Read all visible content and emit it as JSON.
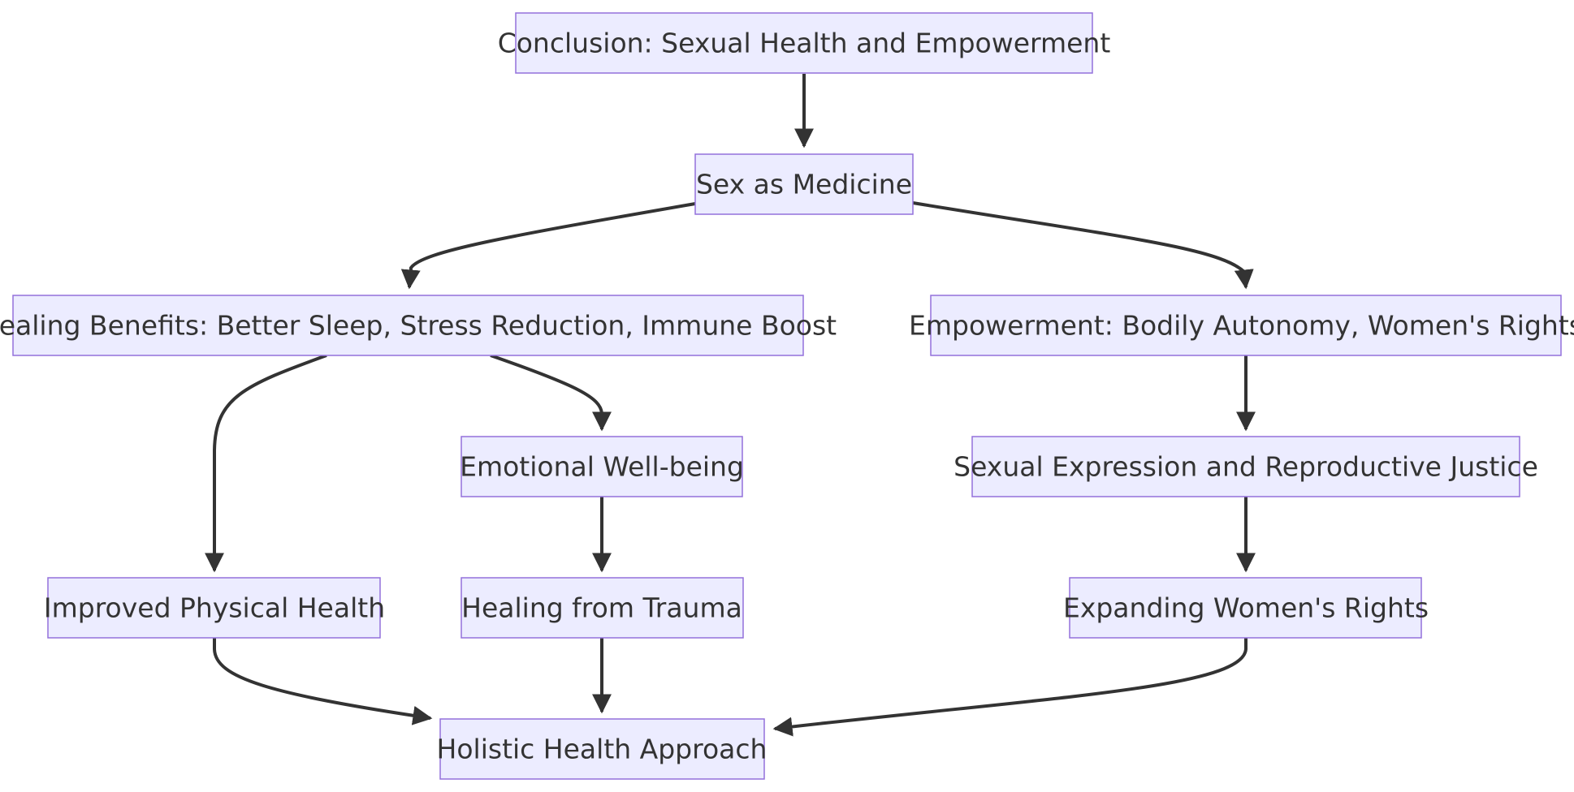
{
  "diagram": {
    "nodes": {
      "conclusion": "Conclusion: Sexual Health and Empowerment",
      "sex_medicine": "Sex as Medicine",
      "healing_benefits": "Healing Benefits: Better Sleep, Stress Reduction, Immune Boost",
      "empowerment": "Empowerment: Bodily Autonomy, Women's Rights",
      "emotional": "Emotional Well-being",
      "sexual_expression": "Sexual Expression and Reproductive Justice",
      "physical": "Improved Physical Health",
      "trauma": "Healing from Trauma",
      "womens_rights": "Expanding Women's Rights",
      "holistic": "Holistic Health Approach"
    },
    "edges": [
      {
        "from": "conclusion",
        "to": "sex_medicine"
      },
      {
        "from": "sex_medicine",
        "to": "healing_benefits"
      },
      {
        "from": "sex_medicine",
        "to": "empowerment"
      },
      {
        "from": "healing_benefits",
        "to": "physical"
      },
      {
        "from": "healing_benefits",
        "to": "emotional"
      },
      {
        "from": "empowerment",
        "to": "sexual_expression"
      },
      {
        "from": "emotional",
        "to": "trauma"
      },
      {
        "from": "sexual_expression",
        "to": "womens_rights"
      },
      {
        "from": "physical",
        "to": "holistic"
      },
      {
        "from": "trauma",
        "to": "holistic"
      },
      {
        "from": "womens_rights",
        "to": "holistic"
      }
    ]
  }
}
